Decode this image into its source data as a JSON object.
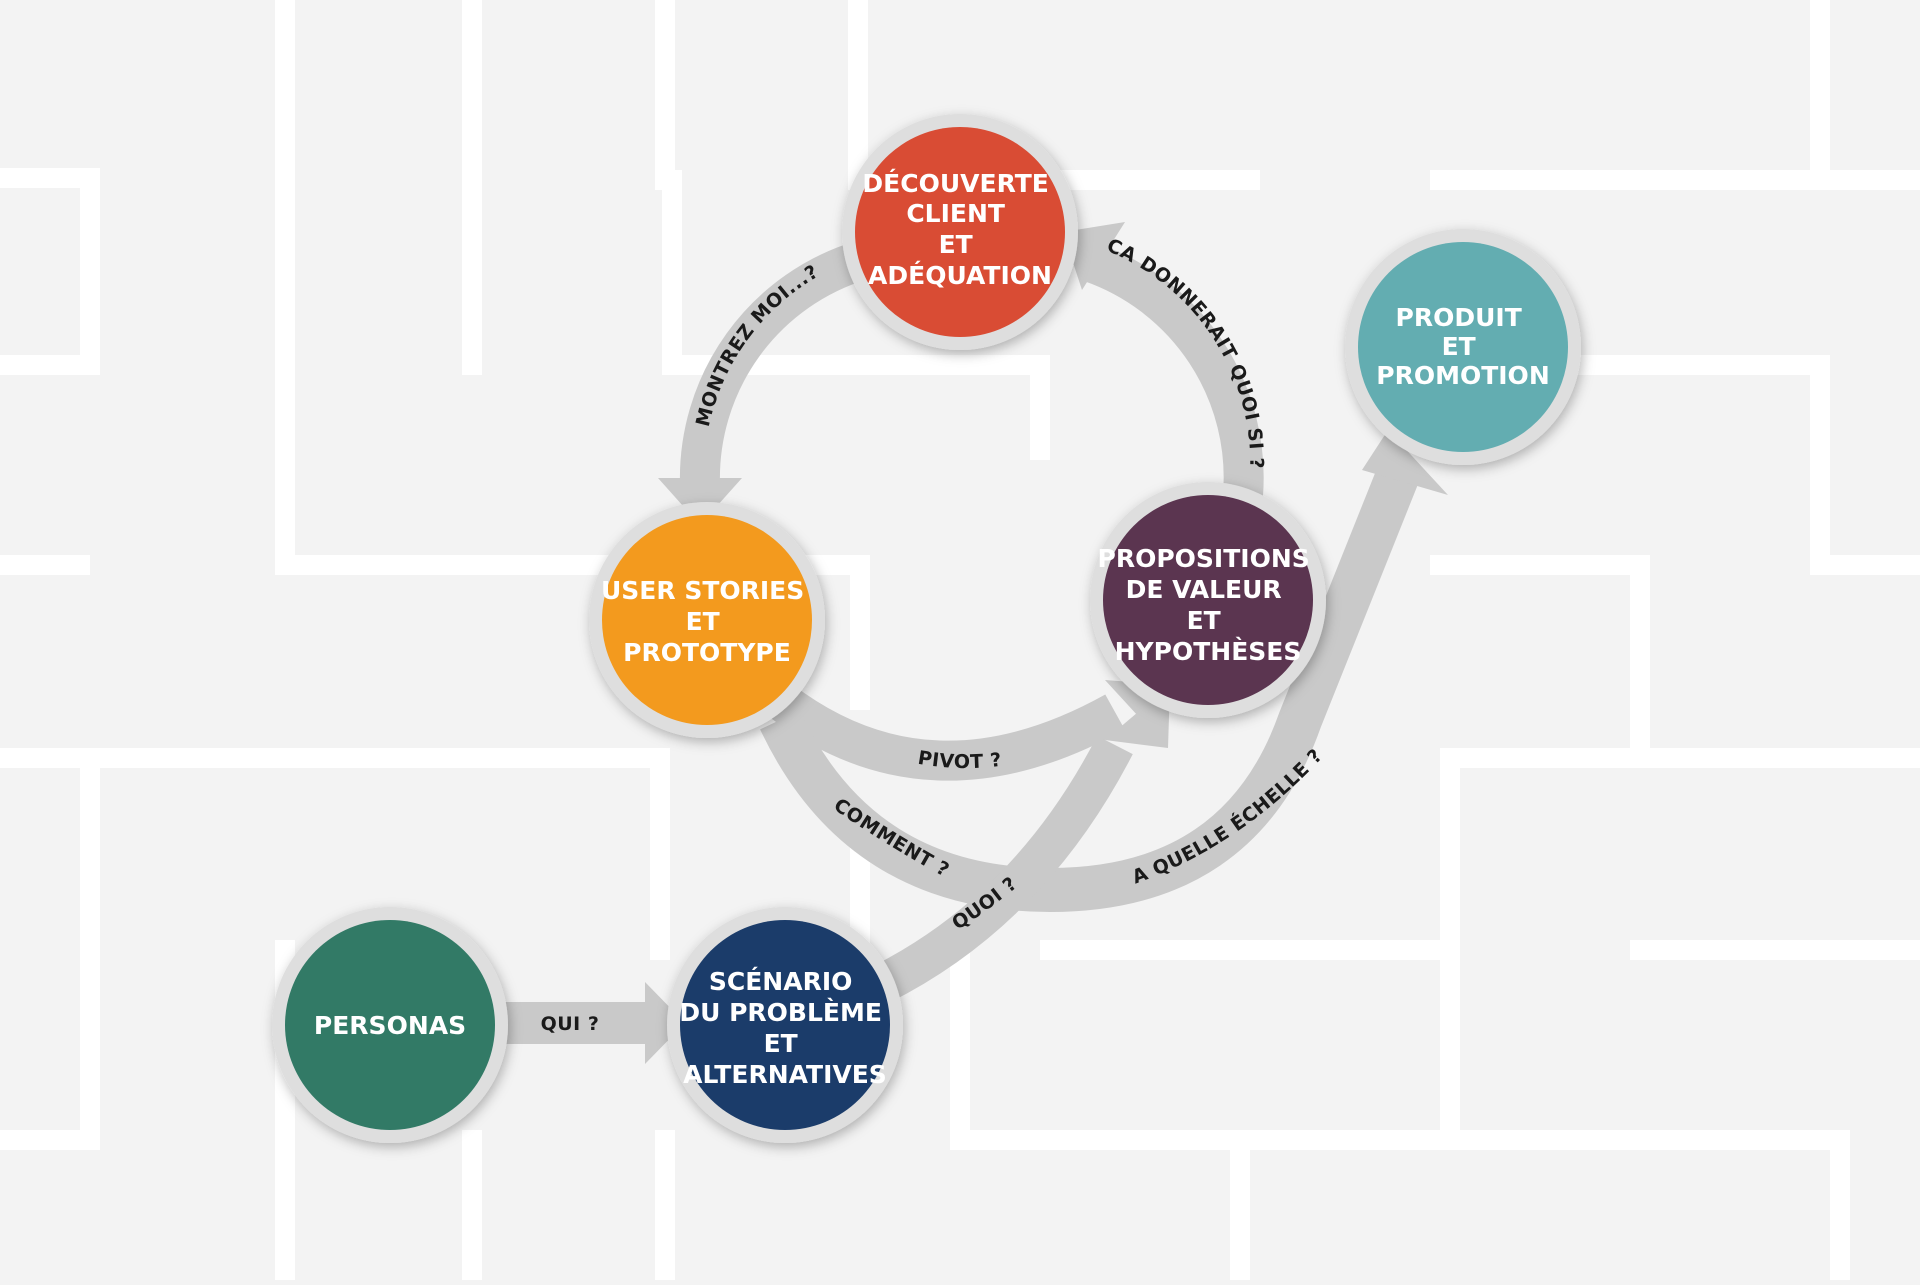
{
  "colors": {
    "background": "#f3f3f3",
    "maze": "#ffffff",
    "ring": "#dedede",
    "arrow": "#c9c9c9"
  },
  "nodes": {
    "decouverte": {
      "lines": [
        "DÉCOUVERTE",
        "CLIENT",
        "ET",
        "ADÉQUATION"
      ],
      "color": "#d94c34"
    },
    "user_stories": {
      "lines": [
        "USER STORIES",
        "ET",
        "PROTOTYPE"
      ],
      "color": "#f39a1e"
    },
    "propositions": {
      "lines": [
        "PROPOSITIONS",
        "DE VALEUR",
        "ET",
        "HYPOTHÈSES"
      ],
      "color": "#5b3550"
    },
    "produit": {
      "lines": [
        "PRODUIT",
        "ET",
        "PROMOTION"
      ],
      "color": "#63adb1"
    },
    "personas": {
      "lines": [
        "PERSONAS"
      ],
      "color": "#327a66"
    },
    "scenario": {
      "lines": [
        "SCÉNARIO",
        "DU PROBLÈME",
        "ET",
        "ALTERNATIVES"
      ],
      "color": "#1b3c6a"
    }
  },
  "edges": {
    "montrez": "MONTREZ MOI...?",
    "ca_donnerait": "CA DONNERAIT QUOI SI ?",
    "pivot": "PIVOT ?",
    "comment": "COMMENT ?",
    "quoi": "QUOI ?",
    "quelle_echelle": "A QUELLE ÉCHELLE ?",
    "qui": "QUI ?"
  }
}
